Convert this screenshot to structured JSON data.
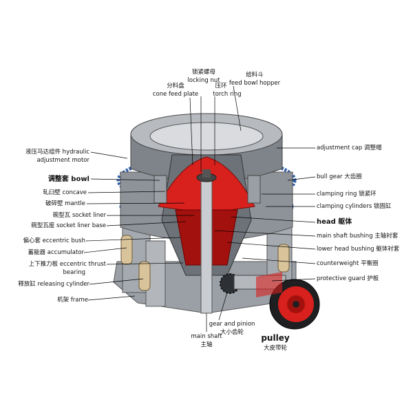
{
  "labels": {
    "locking_nut_cn": "锁紧螺母",
    "locking_nut_en": "locking nut",
    "feed_hopper_cn": "给料斗",
    "feed_hopper_en": "feed bowl hopper",
    "feed_plate_cn": "分料盘",
    "feed_plate_en": "cone feed plate",
    "torch_ring_cn": "压环",
    "torch_ring_en": "torch ring",
    "hydraulic_motor_1": "液压马达组件 hydraulic",
    "hydraulic_motor_2": "adjustment motor",
    "bowl": "调整套 bowl",
    "concave": "轧臼壁 concave",
    "mantle": "破碎壁 mantle",
    "socket_liner": "碗型瓦 socket liner",
    "socket_liner_base": "碗型瓦座 socket liner base",
    "eccentric_bush": "偏心套 eccentric bush",
    "accumulator": "蓄能器 accumulator",
    "eccentric_thrust_1": "上下推力板 eccentric thrust",
    "eccentric_thrust_2": "bearing",
    "releasing_cylinder": "释放缸 releasing cylinder",
    "frame": "机架 frame",
    "adjustment_cap": "adjustment cap 调整帽",
    "bull_gear": "bull gear 大齿圈",
    "clamping_ring": "clamping ring 锁紧环",
    "clamping_cylinders": "clamping cylinders 锁固缸",
    "head": "head 躯体",
    "main_shaft_bushing": "main shaft bushing 主轴衬套",
    "lower_head_bushing": "lower head bushing 躯体衬套",
    "counterweight": "counterweight 平衡圈",
    "protective_guard": "protective guard 护板",
    "gear_pinion_en": "gear and pinion",
    "gear_pinion_cn": "大小齿轮",
    "main_shaft_en": "main shaft",
    "main_shaft_cn": "主轴",
    "pulley_en": "pulley",
    "pulley_cn": "大皮带轮"
  },
  "colors": {
    "body_grey": "#8e9399",
    "dark_grey": "#5c6168",
    "light_grey": "#c9ccd0",
    "red": "#d8201c",
    "dark_red": "#a3110e",
    "blue_ring": "#2f5fa8",
    "leader": "#000000"
  }
}
